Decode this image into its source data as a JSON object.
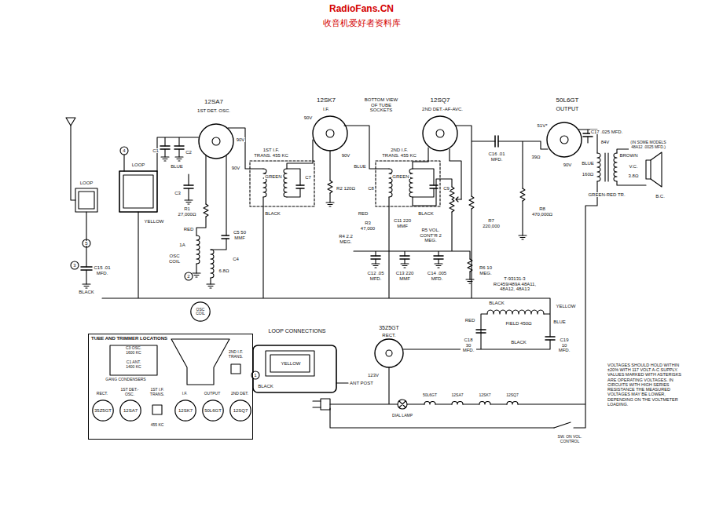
{
  "diagram": {
    "nodes": [
      {
        "text": [
          "TUBE AND TRIMMER LOCATIONS"
        ]
      },
      {
        "text": [
          "35Z5GT"
        ],
        "in": 0
      },
      {
        "text": [
          "12SA7"
        ],
        "in": 0
      },
      {
        "text": [
          "12SK7"
        ],
        "in": 0
      },
      {
        "text": [
          "50L6GT"
        ],
        "in": 0
      },
      {
        "text": [
          "12SQ7"
        ],
        "in": 0
      },
      {
        "text": [
          "OSC COIL"
        ]
      }
    ],
    "labels": [
      "RadioFans.CN",
      "收音机爱好者资料库",
      "12SA7",
      "1ST DET. OSC.",
      "12SK7",
      "I.F.",
      "BOTTOM VIEW OF TUBE SOCKETS",
      "12SQ7",
      "2ND DET.-AF-AVC.",
      "50L6GT",
      "OUTPUT",
      "90V",
      "90V",
      "90V",
      "90V",
      "51V*",
      "84V",
      "90V",
      "1ST I.F. TRANS. 455 KC",
      "2ND I.F. TRANS. 455 KC",
      "BLUE",
      "BLUE",
      "GREEN",
      "GREEN",
      "RED",
      "BLACK",
      "RED",
      "BLACK",
      "YELLOW",
      "C1",
      "C2",
      "C3",
      "C7",
      "C8",
      "C9",
      "R1 27,000Ω",
      "R2 120Ω",
      "C5 50 MMF",
      "C4",
      "OSC COIL",
      "1A",
      "6.8Ω",
      "C11 220 MMF",
      "R3 47,000",
      "R4 2.2 MEG.",
      "R5 VOL. CONT'R 2 MEG.",
      "R7 220,000",
      "C16 .01 MFD.",
      "R8 470,000Ω",
      "C12 .05 MFD.",
      "C13 220 MMF",
      "C14 .005 MFD.",
      "R6 10 MEG.",
      "39Ω",
      "C17 .025 MFD.",
      "(IN SOME MODELS 48A12 .0025 MFD.)",
      "BROWN",
      "BLUE",
      "160Ω",
      "GREEN-RED TR.",
      "V.C.",
      "3.8Ω",
      "B.C.",
      "LOOP",
      "LOOP",
      "C15 .01 MFD.",
      "BLACK",
      "4",
      "5",
      "3",
      "2",
      "T-93131-3 RC459/489A 48A11, 48A12, 48A13",
      "35Z5GT",
      "RECT.",
      "BLACK",
      "YELLOW",
      "FIELD 450Ω",
      "RED",
      "BLUE",
      "C18 30 MFD.",
      "C19 10 MFD.",
      "BLACK",
      "123V",
      "VOLTAGES SHOULD HOLD WITHIN ±20% WITH 117 VOLT A-C SUPPLY. VALUES MARKED WITH ASTERISKS ARE OPERATING VOLTAGES. IN CIRCUITS WITH HIGH SERIES RESISTANCE THE MEASURED VOLTAGES MAY BE LOWER, DEPENDING ON THE VOLTMETER LOADING.",
      "ANT POST",
      "50L6GT",
      "12SA7",
      "12SK7",
      "12SQ7",
      "DIAL LAMP",
      "SW. ON VOL. CONTROL",
      "LOOP CONNECTIONS",
      "YELLOW",
      "BLACK",
      "1",
      "C3 OSC. 1600 KC",
      "C1 ANT. 1400 KC",
      "GANG CONDENSERS",
      "2ND I.F. TRANS.",
      "RECT.",
      "1ST DET.-OSC.",
      "1ST I.F. TRANS.",
      "I.F.",
      "OUTPUT",
      "2ND DET.",
      "455 KC"
    ]
  }
}
